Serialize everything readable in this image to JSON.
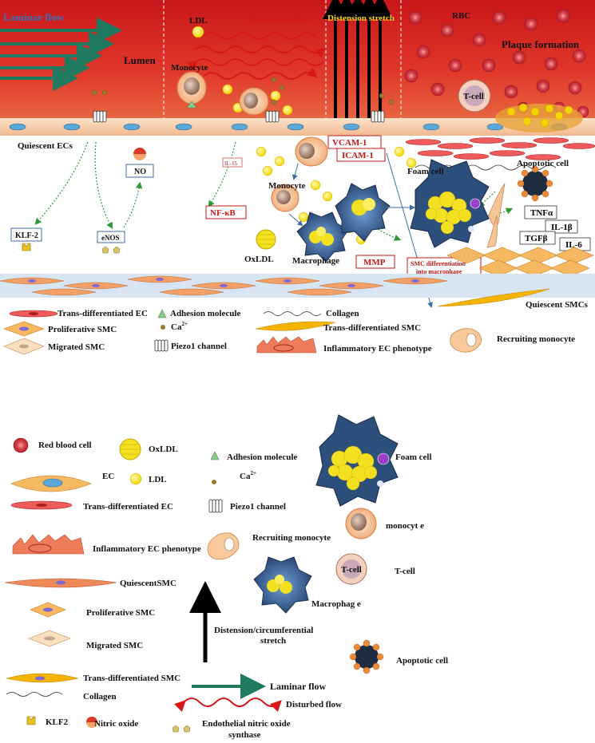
{
  "top_panel": {
    "lumen": "Lumen",
    "laminar_flow": "Laminar flow",
    "disturbed_flow": "Disturbed flow",
    "distension_stretch": "Distension stretch",
    "rbc": "RBC",
    "plaque_formation": "Plaque formation",
    "ldl": "LDL",
    "monocyte_top": "Monocyte",
    "t_cell": "T-cell",
    "quiescent_ecs": "Quiescent ECs",
    "vcam": "VCAM-1",
    "icam": "ICAM-1",
    "foam_cell": "Foam cell",
    "apoptotic_cell": "Apoptotic cell",
    "no": "NO",
    "il15": "IL-15",
    "monocyte_mid": "Monocyte",
    "nfkb": "NF-κB",
    "klf2": "KLF-2",
    "enos": "eNOS",
    "oxldl": "OxLDL",
    "macrophage": "Macrophage",
    "mmp": "MMP",
    "smc_diff_line1": "SMC differentiation",
    "smc_diff_line2": "into macrophage",
    "tnfa": "TNFα",
    "il1b": "IL-1β",
    "tgfb": "TGFβ",
    "il6": "IL-6",
    "quiescent_smcs": "Quiescent SMCs"
  },
  "legend_top": {
    "trans_ec": "Trans-differentiated EC",
    "adhesion": "Adhesion molecule",
    "collagen": "Collagen",
    "proliferative": "Proliferative SMC",
    "ca": "Ca",
    "ca_sup": "2+",
    "trans_smc": "Trans-differentiated SMC",
    "migrated": "Migrated SMC",
    "piezo": "Piezo1 channel",
    "inflammatory": "Inflammatory EC phenotype",
    "recruiting": "Recruiting monocyte"
  },
  "legend_bottom": {
    "rbc": "Red blood  cell",
    "oxldl": "OxLDL",
    "adhesion": "Adhesion molecule",
    "foam": "Foam cell",
    "ec": "EC",
    "ldl": "LDL",
    "ca": "Ca",
    "ca_sup": "2+",
    "trans_ec": "Trans-differentiated EC",
    "piezo": "Piezo1 channel",
    "monocyte": "monocyt e",
    "inflammatory": "Inflammatory EC phenotype",
    "recruiting": "Recruiting monocyte",
    "t_cell_inner": "T-cell",
    "t_cell": "T-cell",
    "quiescent_smc": "QuiescentSMC",
    "macrophage": "Macrophag e",
    "proliferative": "Proliferative SMC",
    "distension_line1": "Distension/circumferential",
    "distension_line2": "stretch",
    "migrated": "Migrated SMC",
    "apoptotic": "Apoptotic cell",
    "trans_smc": "Trans-differentiated SMC",
    "laminar": "Laminar flow",
    "collagen": "Collagen",
    "disturbed": "Disturbed flow",
    "klf2": "KLF2",
    "nitric_oxide": "Nitric oxide",
    "enos_line1": "Endothelial  nitric oxide",
    "enos_line2": "synthase"
  },
  "colors": {
    "lumen_red": "#d9261c",
    "endothelium": "#f2c7a2",
    "ec_nucleus": "#5aa7d8",
    "laminar_arrow": "#1f7a5f",
    "disturbed_wave": "#d81818",
    "ldl_yellow": "#f7e11a",
    "smc_orange": "#f6b860",
    "macrophage_blue": "#2c4f7c",
    "rbc": "#d9434e",
    "red_label": "#c01818"
  }
}
